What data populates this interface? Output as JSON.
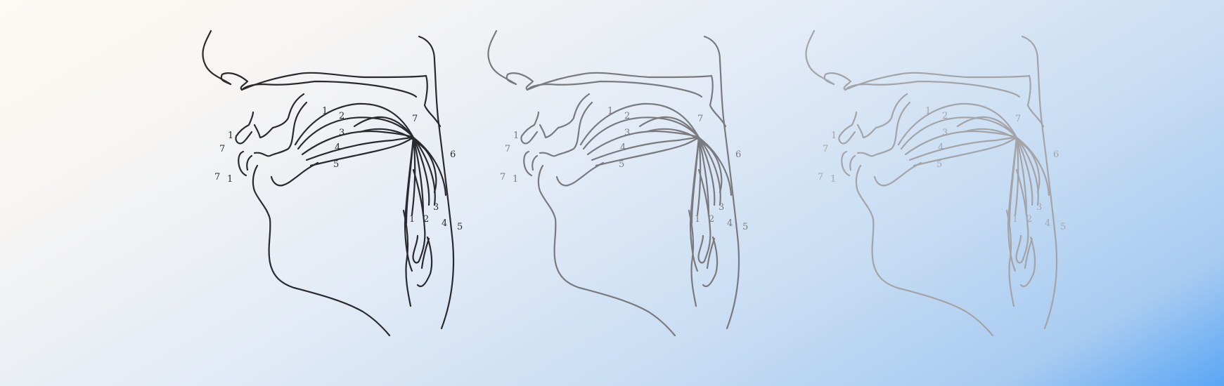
{
  "figure": {
    "panel_count": 3,
    "panel_tones": [
      "#2a2a2e",
      "#7a7a7e",
      "#a4a4a8"
    ],
    "tongue_upper_labels": [
      "1",
      "2",
      "3",
      "4",
      "5"
    ],
    "tongue_extra_labels": [
      "7",
      "6"
    ],
    "tongue_lower_labels": [
      "1",
      "2",
      "3",
      "4",
      "5"
    ],
    "lip_labels_upper": [
      "1",
      "7"
    ],
    "lip_labels_lower": [
      "7",
      "1"
    ]
  }
}
